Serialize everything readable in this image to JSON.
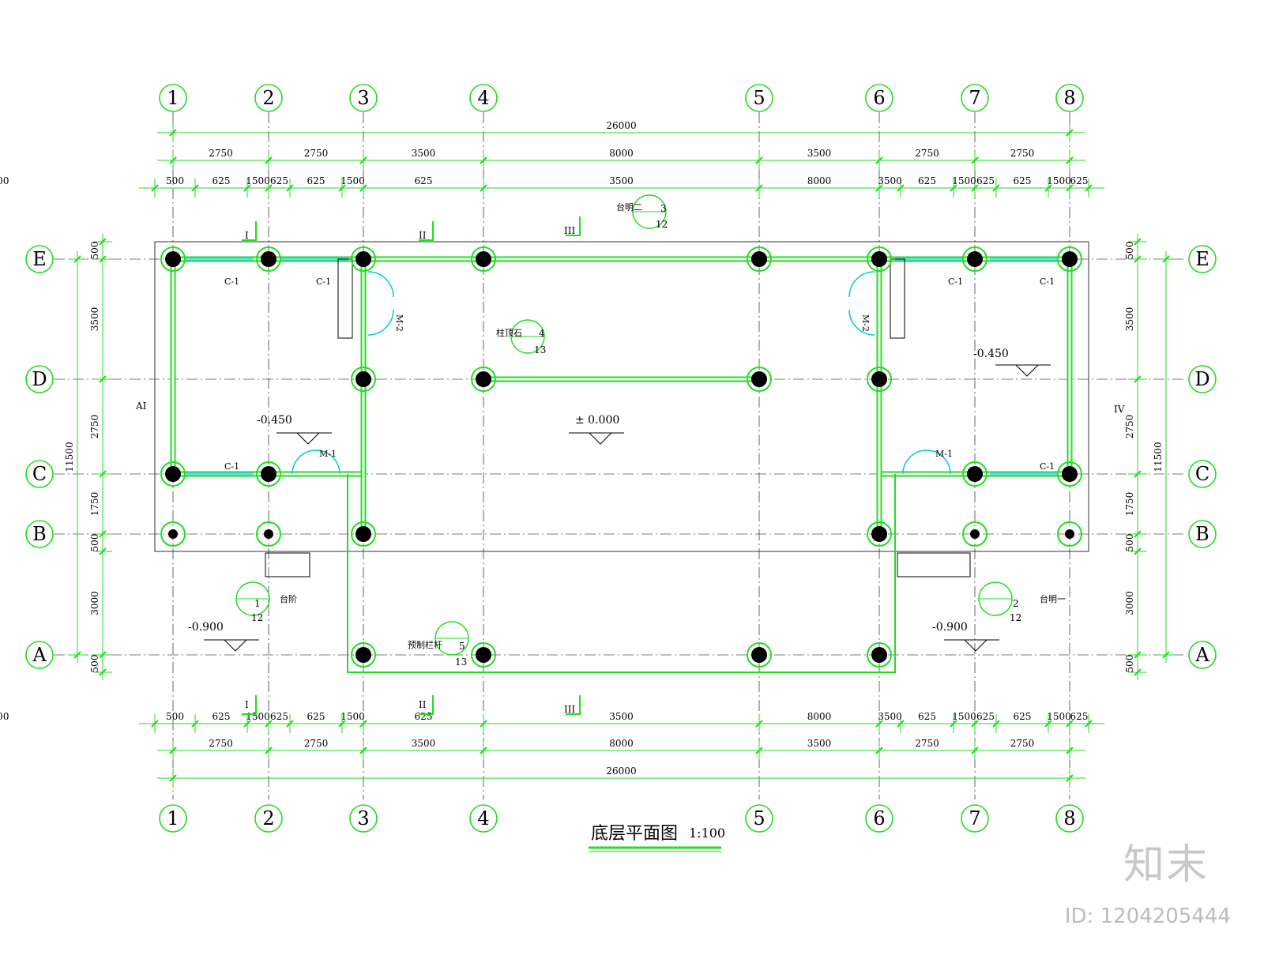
{
  "drawing": {
    "title": "底层平面图",
    "scale": "1:100",
    "col_axes": [
      "1",
      "2",
      "3",
      "4",
      "5",
      "6",
      "7",
      "8"
    ],
    "row_axes": [
      "E",
      "D",
      "C",
      "B",
      "A"
    ],
    "dims_row1": [
      "2750",
      "2750",
      "3500",
      "8000",
      "3500",
      "2750",
      "2750"
    ],
    "dims_row2_top": [
      "500",
      "625",
      "1500",
      "625",
      "625",
      "1500",
      "625",
      "3500",
      "8000",
      "3500",
      "625",
      "1500",
      "625",
      "625",
      "1500",
      "625",
      "500"
    ],
    "overall_width": "26000",
    "overall_depth": "11500",
    "dims_vertical": [
      "500",
      "3500",
      "2750",
      "1750",
      "500",
      "3000",
      "500"
    ],
    "elevations": {
      "center": "± 0.000",
      "left_room": "-0.450",
      "right_room": "-0.450",
      "left_outside": "-0.900",
      "right_outside": "-0.900"
    },
    "doors_windows": {
      "window": "C-1",
      "door_main": "M-1",
      "door_side": "M-2"
    },
    "details": [
      {
        "label": "台明二",
        "num": "3",
        "sheet": "12"
      },
      {
        "label": "柱顶石",
        "num": "4",
        "sheet": "13"
      },
      {
        "label": "台阶",
        "num": "1",
        "sheet": "12"
      },
      {
        "label": "台明一",
        "num": "2",
        "sheet": "12"
      },
      {
        "label": "预制栏杆",
        "num": "5",
        "sheet": "13"
      }
    ],
    "sections": {
      "s1": "I",
      "s2": "II",
      "s3": "III",
      "s4": "AI",
      "s5": "IV"
    }
  },
  "watermark": {
    "logo": "知末",
    "id": "ID: 1204205444"
  },
  "colors": {
    "line": "#22dd22",
    "column": "#000000",
    "glass": "#00cccc",
    "text": "#000000"
  }
}
